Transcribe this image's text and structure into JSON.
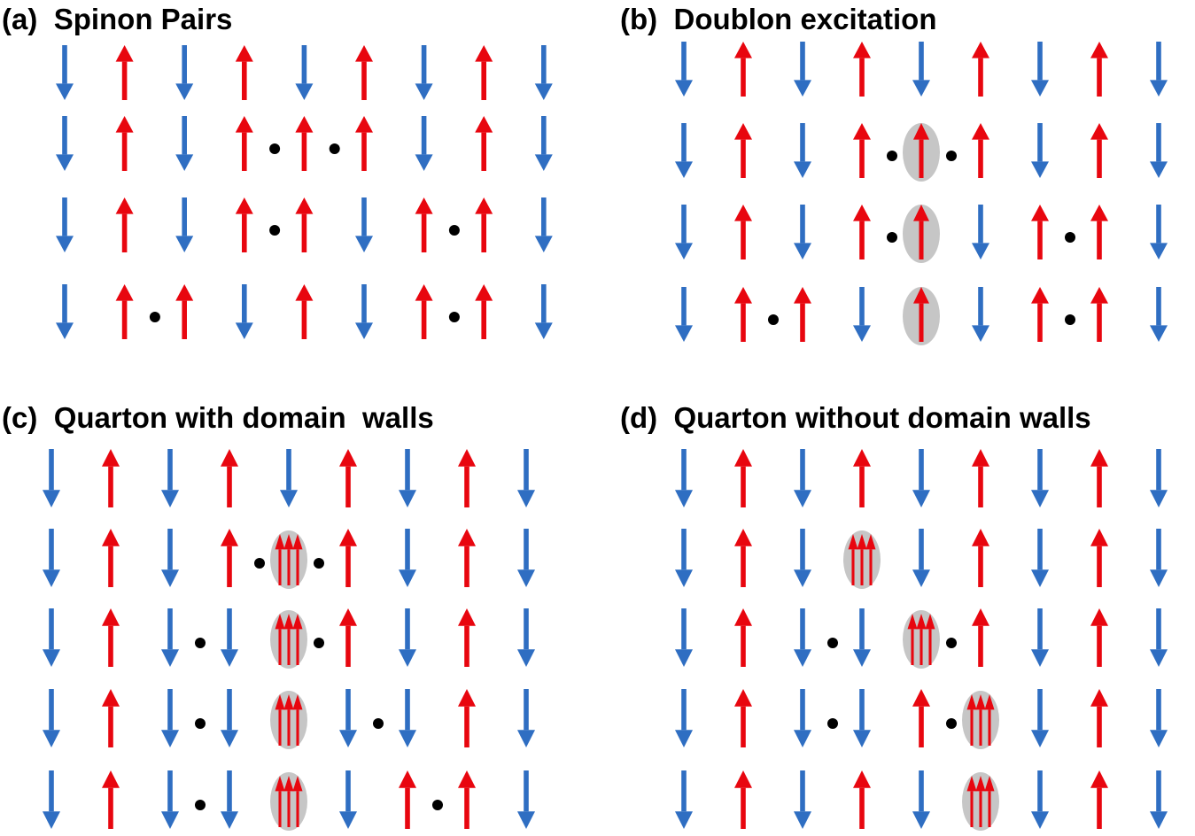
{
  "colors": {
    "up": "#e8060f",
    "down": "#2f6ec2",
    "pair": "#000000",
    "ellipse": "#c6c6c6"
  },
  "panels": [
    {
      "id": "a",
      "label": "(a)",
      "title": "Spinon Pairs",
      "rows": [
        "D U D U D U D U D",
        "D U D U * U * U D U D",
        "D U D U * U D U * U D",
        "D U * U D U D U * U D"
      ]
    },
    {
      "id": "b",
      "label": "(b)",
      "title": "Doublon excitation",
      "rows": [
        "D U D U D U D U D",
        "D U D U * [U] * U D U D",
        "D U D U * [U] D U * U D",
        "D U * U D [U] D U * U D"
      ]
    },
    {
      "id": "c",
      "label": "(c)",
      "title": "Quarton with domain  walls",
      "rows": [
        "D U D U D U D U D",
        "D U D U * [UUU] * U D U D",
        "D U D * D [UUU] * U D U D",
        "D U D * D [UUU] D * D U D",
        "D U D * D [UUU] D U * U D"
      ]
    },
    {
      "id": "d",
      "label": "(d)",
      "title": "Quarton without domain walls",
      "rows": [
        "D U D U D U D U D",
        "D U D [UUU] D U D U D",
        "D U D * D [UUU] * U D U D",
        "D U D * D U * [UUU] D U D",
        "D U D U D [UUU] D U D"
      ]
    }
  ]
}
